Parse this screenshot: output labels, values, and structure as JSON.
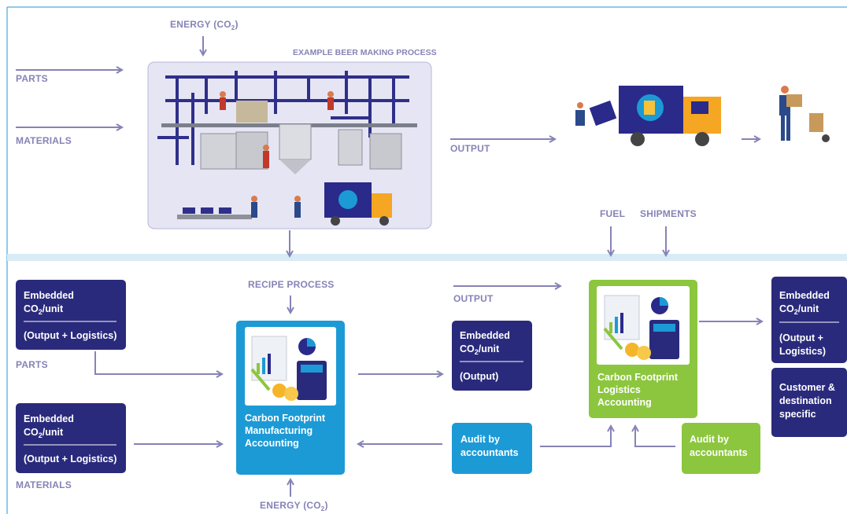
{
  "top": {
    "energy_label": "ENERGY (CO",
    "energy_sub": "2",
    "energy_close": ")",
    "process_title": "EXAMPLE BEER MAKING PROCESS",
    "parts_label": "PARTS",
    "materials_label": "MATERIALS",
    "output_label": "OUTPUT",
    "fuel_label": "FUEL",
    "shipments_label": "SHIPMENTS"
  },
  "bottom": {
    "recipe_label": "RECIPE PROCESS",
    "output_label": "OUTPUT",
    "parts_label": "PARTS",
    "materials_label": "MATERIALS",
    "energy_label": "ENERGY (CO",
    "energy_sub": "2",
    "energy_close": ")",
    "embedded_parts": {
      "line1": "Embedded",
      "line2a": "CO",
      "line2sub": "2",
      "line2b": "/unit",
      "line3": "(Output + Logistics)"
    },
    "embedded_materials": {
      "line1": "Embedded",
      "line2a": "CO",
      "line2sub": "2",
      "line2b": "/unit",
      "line3": "(Output + Logistics)"
    },
    "embedded_output": {
      "line1": "Embedded",
      "line2a": "CO",
      "line2sub": "2",
      "line2b": "/unit",
      "line3": "(Output)"
    },
    "embedded_final": {
      "line1": "Embedded",
      "line2a": "CO",
      "line2sub": "2",
      "line2b": "/unit",
      "line3": "(Output +",
      "line4": "Logistics)"
    },
    "customer_box": {
      "line1": "Customer &",
      "line2": "destination",
      "line3": "specific"
    },
    "manufacturing": {
      "line1": "Carbon Footprint",
      "line2": "Manufacturing",
      "line3": "Accounting"
    },
    "logistics": {
      "line1": "Carbon Footprint",
      "line2": "Logistics",
      "line3": "Accounting"
    },
    "audit_blue": {
      "line1": "Audit by",
      "line2": "accountants"
    },
    "audit_green": {
      "line1": "Audit by",
      "line2": "accountants"
    }
  },
  "colors": {
    "navy": "#2a2a7c",
    "blue": "#1c9ad6",
    "green": "#8cc63e",
    "arrow": "#8683b6",
    "divider": "#d9ecf6",
    "panel": "#e6e5f4"
  }
}
